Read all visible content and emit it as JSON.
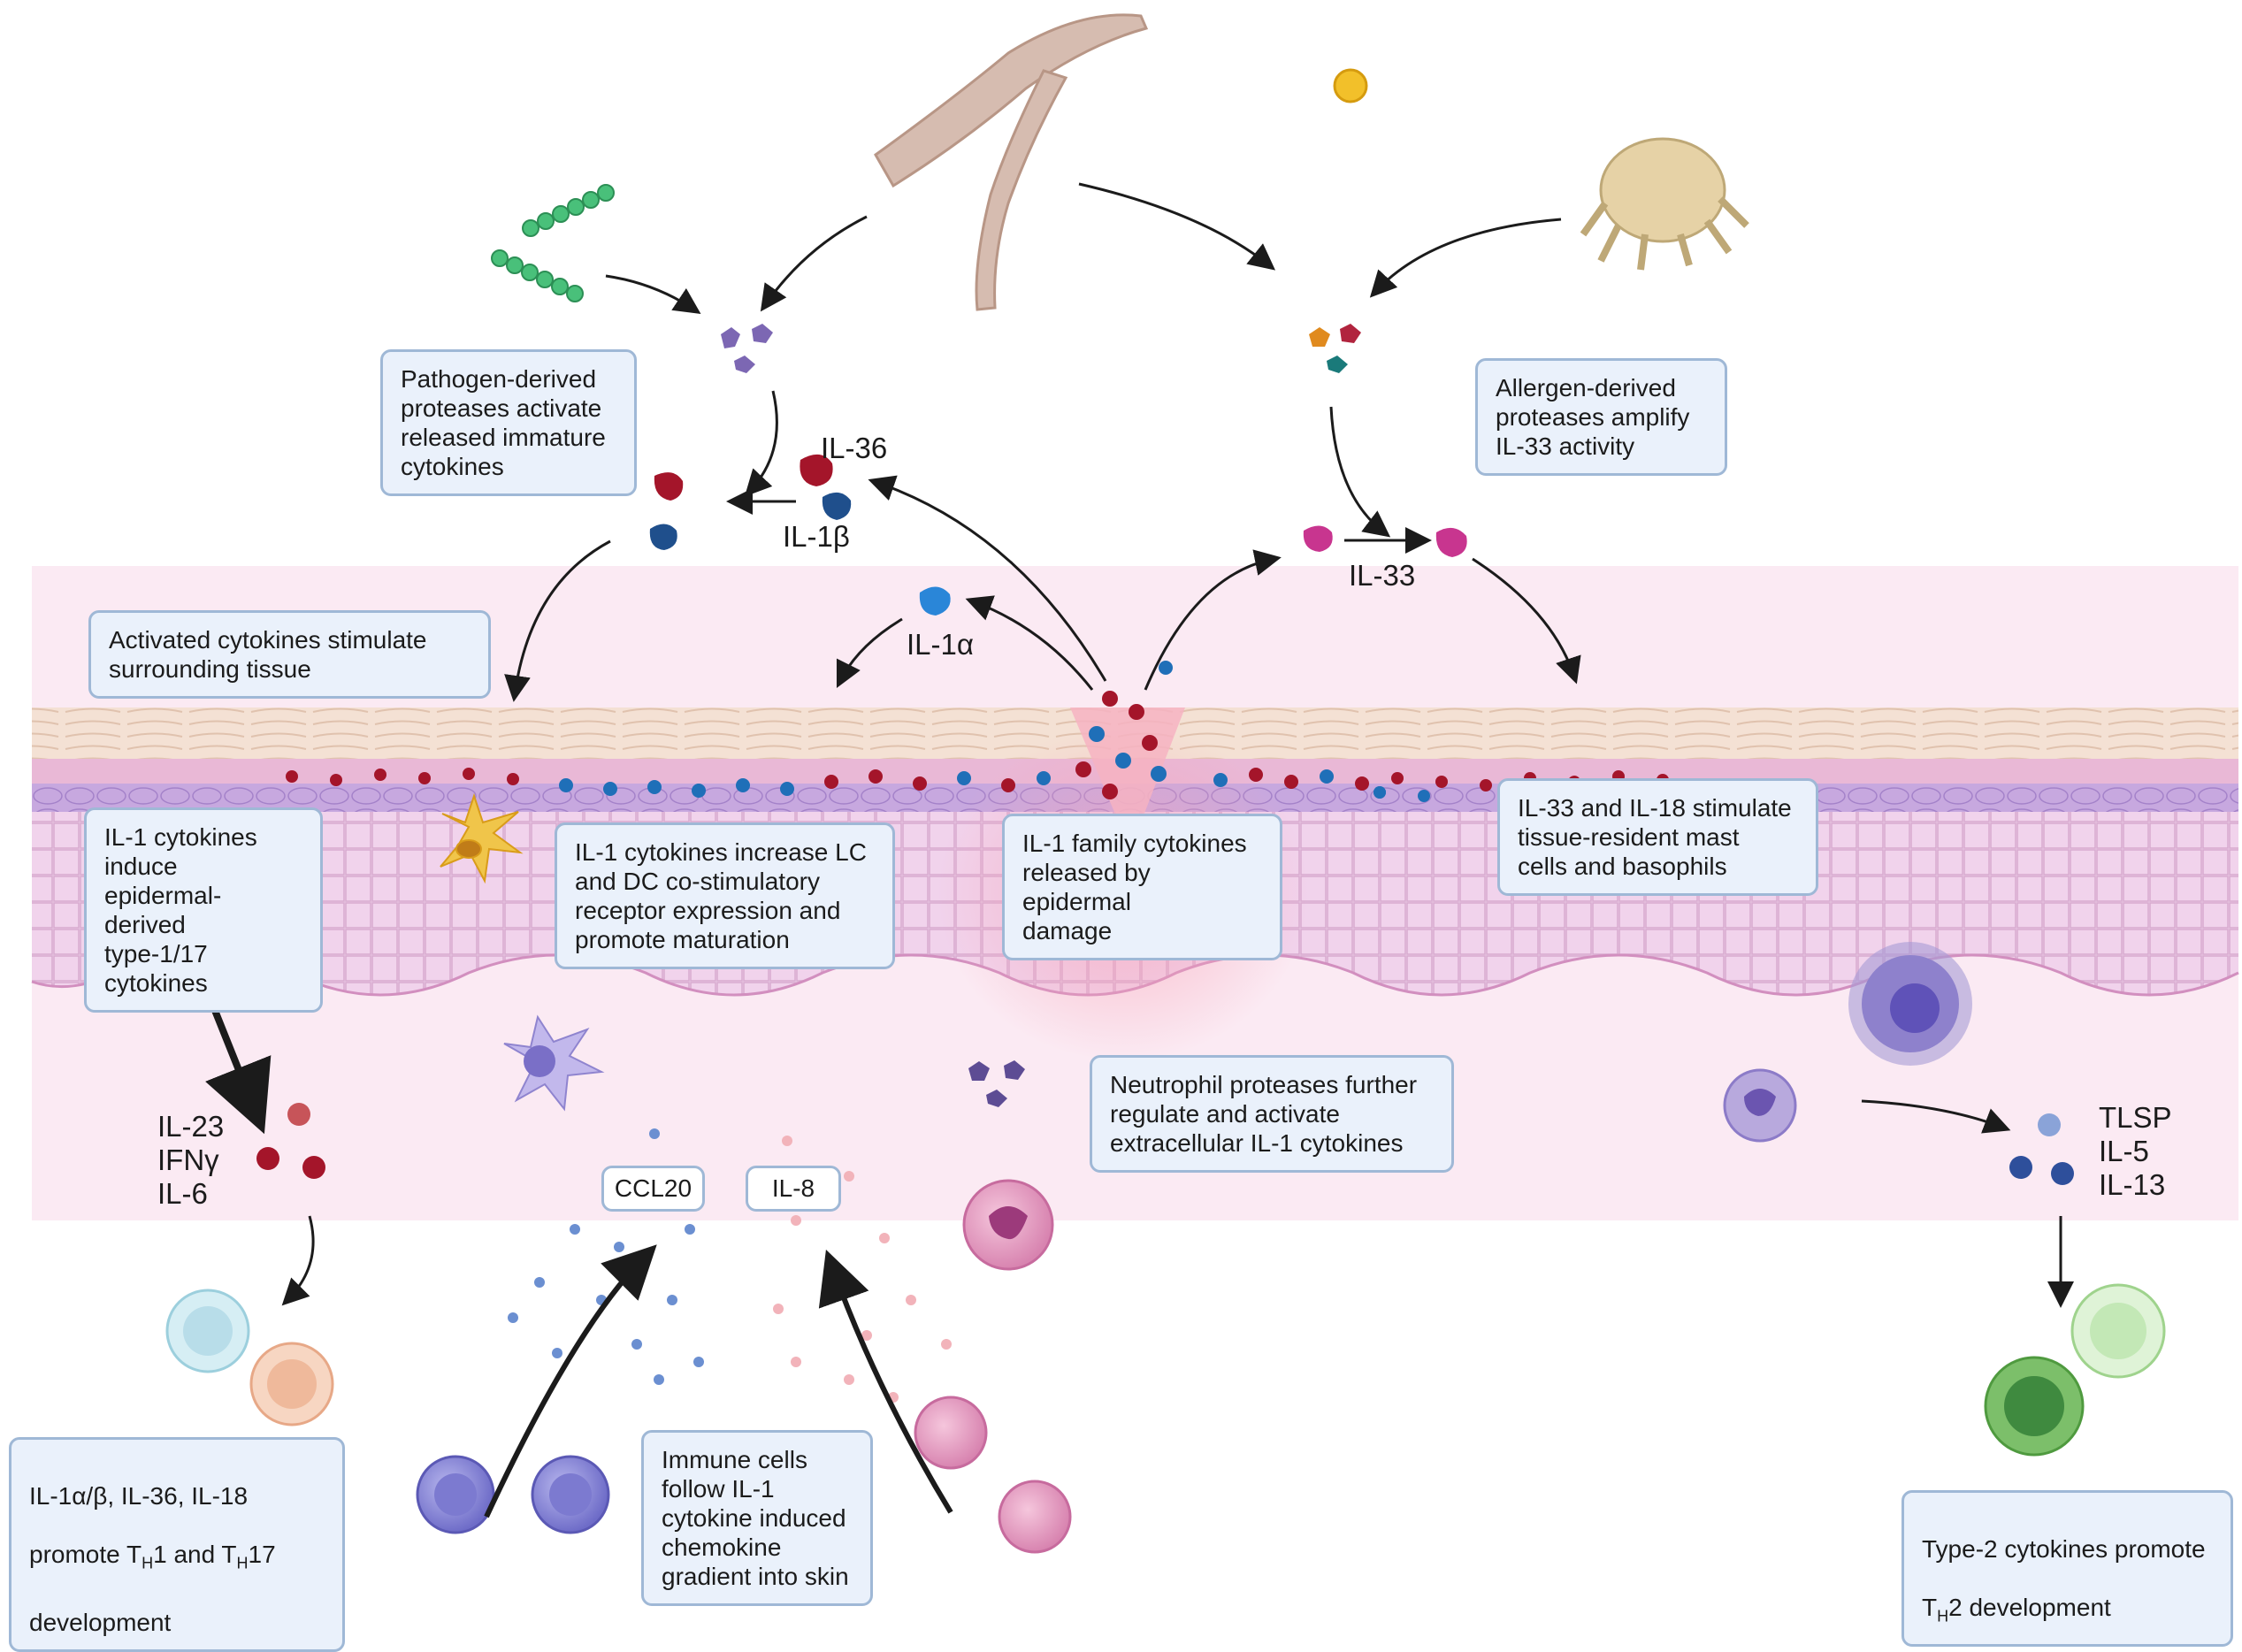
{
  "boxes": {
    "pathogen_proteases": "Pathogen-derived\nproteases activate\nreleased immature\ncytokines",
    "allergen_proteases": "Allergen-derived\nproteases amplify\nIL-33 activity",
    "activated_cytokines": "Activated cytokines stimulate\nsurrounding tissue",
    "il1_induce": "IL-1 cytokines\ninduce\nepidermal-derived\ntype-1/17\ncytokines",
    "il1_lc_dc": "IL-1 cytokines increase LC\nand DC co-stimulatory\nreceptor expression and\npromote maturation",
    "il1_family_release": "IL-1 family cytokines\nreleased by epidermal\ndamage",
    "il33_il18_mast": "IL-33 and IL-18 stimulate\ntissue-resident mast\ncells and basophils",
    "neutrophil_proteases": "Neutrophil proteases further\nregulate and activate\nextracellular IL-1 cytokines",
    "immune_follow": "Immune cells\nfollow IL-1\ncytokine induced\nchemokine\ngradient into skin"
  },
  "th1_box": {
    "line1": "IL-1α/β, IL-36, IL-18",
    "line2_prefix": "promote T",
    "sub": "H",
    "line2_mid": "1 and T",
    "sub2": "H",
    "line2_suffix": "17",
    "line3": "development"
  },
  "th2_box": {
    "line1": "Type-2 cytokines promote",
    "prefix": "T",
    "sub": "H",
    "suffix": "2 development"
  },
  "labels": {
    "il36": "IL-36",
    "il1b": "IL-1β",
    "il1a": "IL-1α",
    "il33": "IL-33",
    "th17_cytokines": "IL-23\nIFNγ\nIL-6",
    "th2_cytokines": "TLSP\nIL-5\nIL-13"
  },
  "chemokines": {
    "ccl20": "CCL20",
    "il8": "IL-8"
  },
  "colors": {
    "box_fill": "#eaf1fb",
    "box_border": "#9fb8d6",
    "il1_red": "#a4152a",
    "il1_blue": "#1f6fb8",
    "il33_magenta": "#c8358f",
    "skin_pink": "#f0cde6",
    "basal_purple": "#b89ad6"
  }
}
